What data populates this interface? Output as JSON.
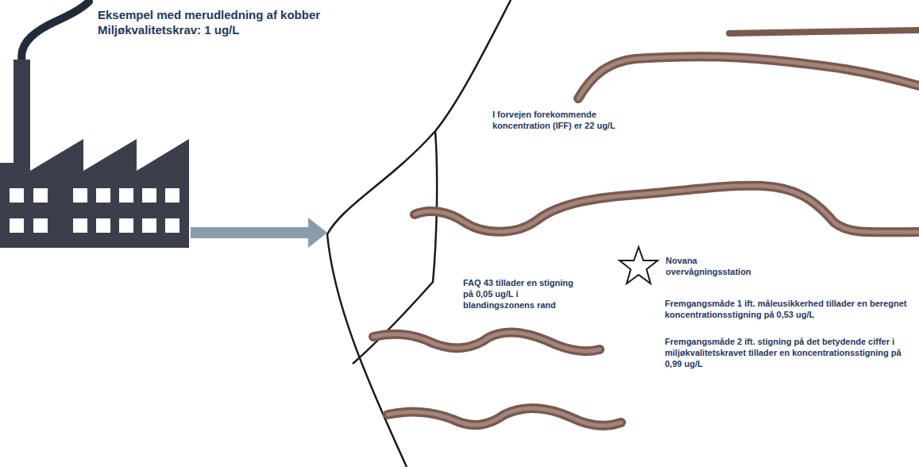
{
  "diagram": {
    "title": "Eksempel med merudledning af kobber",
    "labels": [
      "Miljøkvalitetskrav: 1 ug/L",
      "I forvejen forekommende koncentration (IFF) er 22 ug/L",
      "FAQ 43 tillader en stigning på 0,05 ug/L i blandingszonens rand",
      "Novana overvågningsstation",
      "Fremgangsmåde 1 ift. måleusikkerhed tillader en beregnet koncentrationsstigning på 0,53 ug/L",
      "Fremgangsmåde 2 ift. stigning på det betydende ciffer i miljøkvalitetskravet tillader en koncentrationsstigning på 0,99 ug/L"
    ]
  }
}
